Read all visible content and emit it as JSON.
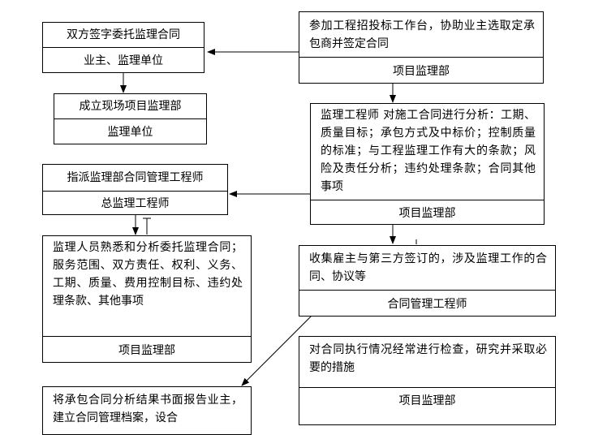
{
  "boxes": {
    "sign_contract": {
      "desc": "双方签字委托监理合同",
      "owner": "业主、监理单位"
    },
    "tendering": {
      "desc": "参加工程招投标工作台，协助业主选取定承包商并签定合同",
      "owner": "项目监理部"
    },
    "setup_dept": {
      "desc": "成立现场项目监理部",
      "owner": "监理单位"
    },
    "analyze_contract": {
      "desc": "监理工程师  对施工合同进行分析：工期、质量目标；承包方式及中标价；控制质量的标准；与工程监理工作有大的条款；风险及责任分析；违约处理条款；合同其他事项",
      "owner": "项目监理部"
    },
    "assign_engineer": {
      "desc": "指派监理部合同管理工程师",
      "owner": "总监理工程师"
    },
    "familiarize": {
      "desc": "监理人员熟悉和分析委托监理合同；服务范围、双方责任、权利、义务、工期、质量、费用控制目标、违约处理条款、其他事项",
      "owner": "项目监理部"
    },
    "collect_contracts": {
      "desc": "收集雇主与第三方签订的，涉及监理工作的合同、协议等",
      "owner": "合同管理工程师"
    },
    "inspect_execution": {
      "desc": "对合同执行情况经常进行检查，研究并采取必要的措施",
      "owner": "项目监理部"
    },
    "report": {
      "desc": "将承包合同分析结果书面报告业主，建立合同管理档案，设合"
    }
  }
}
